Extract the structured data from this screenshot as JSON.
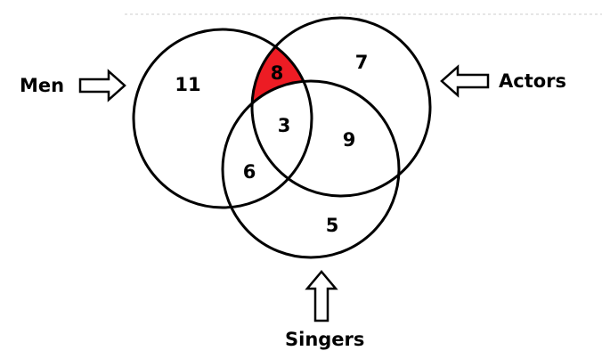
{
  "labels": {
    "men": "Men",
    "actors": "Actors",
    "singers": "Singers"
  },
  "regions": {
    "men_only": "11",
    "actors_only": "7",
    "singers_only": "5",
    "men_actors_only": "8",
    "men_actors_singers": "3",
    "actors_singers_only": "9",
    "men_singers_only": "6"
  },
  "colors": {
    "highlight": "#ed1c24",
    "stroke": "#000000"
  }
}
